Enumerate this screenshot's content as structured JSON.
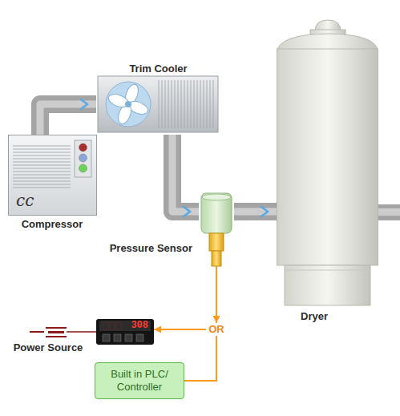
{
  "diagram": {
    "nodes": [
      {
        "text": [
          "cc",
          "Compressor"
        ]
      },
      {
        "text": [
          "Trim Cooler"
        ]
      },
      {
        "text": [
          "Pressure Sensor"
        ]
      },
      {
        "text": [
          "Dryer"
        ]
      },
      {
        "text": [
          "OR"
        ]
      },
      {
        "text": [
          "308"
        ]
      },
      {
        "text": [
          "Power Source"
        ]
      },
      {
        "text": [
          "Built in PLC/ Controller"
        ]
      }
    ],
    "edges": [
      {
        "from": 0,
        "to": 1,
        "arrow": "to"
      },
      {
        "from": 1,
        "to": 2,
        "arrow": "to"
      },
      {
        "from": 2,
        "to": 3,
        "arrow": "to"
      },
      {
        "from": 2,
        "to": 4,
        "arrow": "to"
      },
      {
        "from": 4,
        "to": 5,
        "arrow": "to"
      },
      {
        "from": 5,
        "to": 6,
        "arrow": "none"
      },
      {
        "from": 4,
        "to": 7,
        "arrow": "none"
      }
    ]
  }
}
